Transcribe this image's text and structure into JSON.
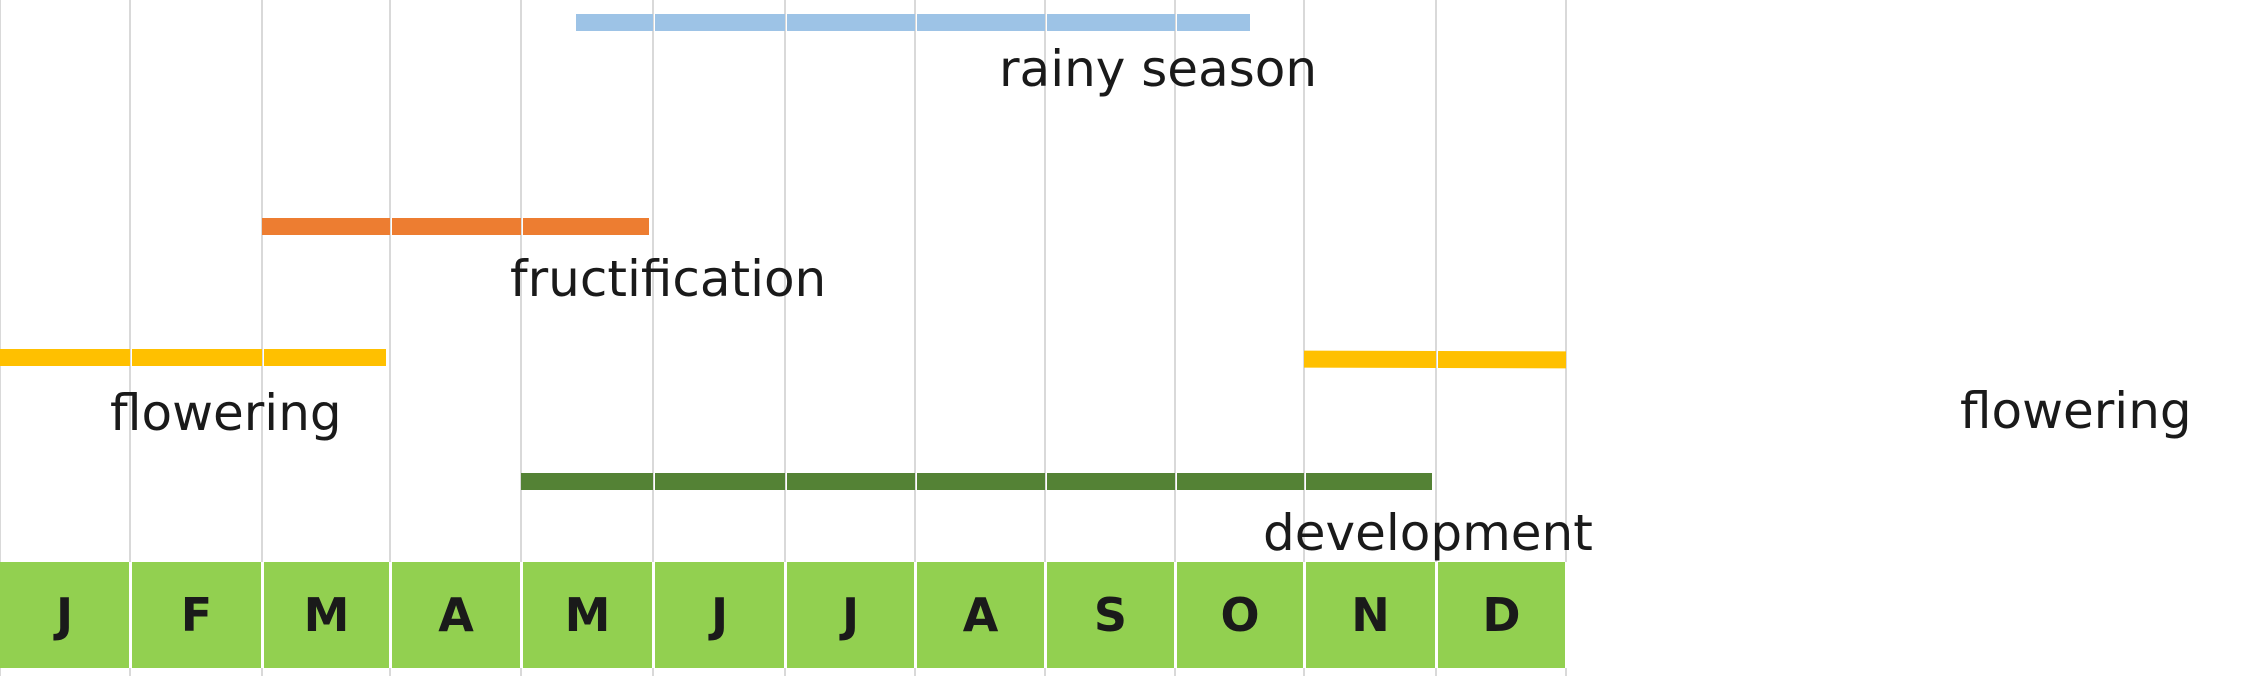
{
  "months": [
    "J",
    "F",
    "M",
    "A",
    "M",
    "J",
    "J",
    "A",
    "S",
    "O",
    "N",
    "D"
  ],
  "periods": [
    {
      "id": "rainy-season",
      "label": "rainy season",
      "color": "#9dc3e6",
      "start": 4.42,
      "end": 9.58
    },
    {
      "id": "fructification",
      "label": "fructification",
      "color": "#ed7d31",
      "start": 2.0,
      "end": 4.97
    },
    {
      "id": "flowering-early",
      "label": "flowering",
      "color": "#ffc000",
      "start": 0.0,
      "end": 2.97
    },
    {
      "id": "flowering-late",
      "label": "flowering",
      "color": "#ffc000",
      "start": 10.0,
      "end": 12.0
    },
    {
      "id": "development",
      "label": "development",
      "color": "#548235",
      "start": 4.0,
      "end": 10.97
    }
  ]
}
